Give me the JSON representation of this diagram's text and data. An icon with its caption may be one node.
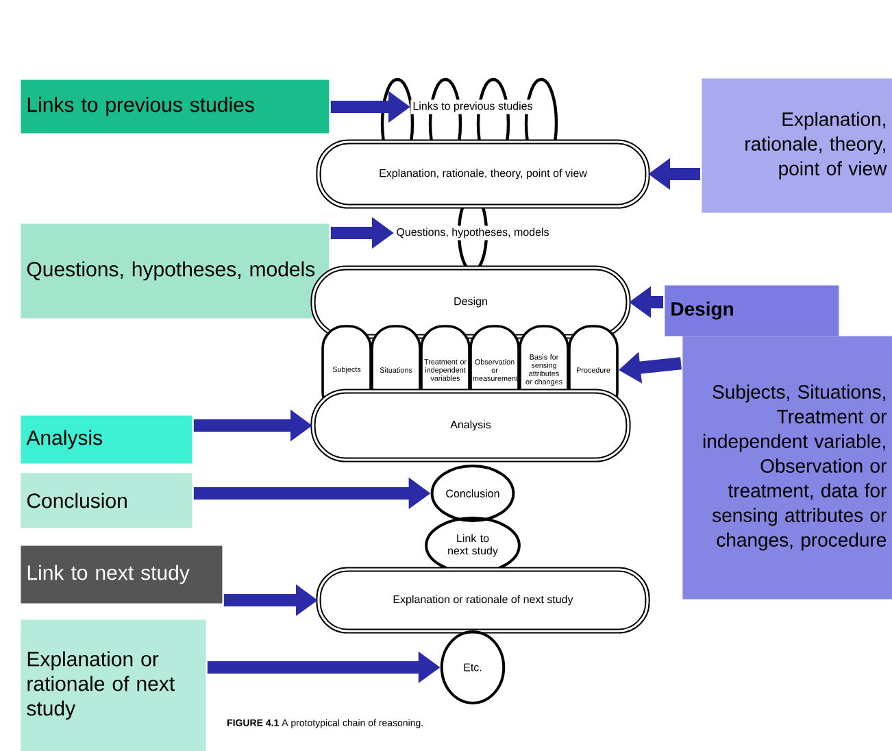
{
  "diagram": {
    "caption": "**FIGURE 4.1** A prototypical chain of reasoning.",
    "nodes": [
      {
        "text": [
          "Links to previous studies"
        ]
      },
      {
        "text": [
          "Questions, hypotheses, models"
        ]
      },
      {
        "text": [
          "Analysis"
        ]
      },
      {
        "text": [
          "Conclusion"
        ]
      },
      {
        "text": [
          "Link to next study"
        ]
      },
      {
        "text": [
          "Explanation or rationale of next study"
        ]
      },
      {
        "text": [
          "Explanation, rationale, theory, point of view"
        ]
      },
      {
        "text": [
          "Design"
        ]
      },
      {
        "text": [
          "Subjects, Situations, Treatment or independent variable, Observation or treatment, data for sensing attributes or changes, procedure"
        ]
      },
      {
        "text": [
          "Links to previous studies"
        ]
      },
      {
        "text": [
          "Explanation, rationale, theory, point of view"
        ]
      },
      {
        "text": [
          "Questions, hypotheses, models"
        ]
      },
      {
        "text": [
          "Design"
        ]
      },
      {
        "text": [
          "Subjects"
        ]
      },
      {
        "text": [
          "Situations"
        ]
      },
      {
        "text": [
          "Treatment or independent variables"
        ]
      },
      {
        "text": [
          "Observation or measurement"
        ]
      },
      {
        "text": [
          "Basis for sensing attributes or changes"
        ]
      },
      {
        "text": [
          "Procedure"
        ]
      },
      {
        "text": [
          "Analysis"
        ]
      },
      {
        "text": [
          "Conclusion"
        ]
      },
      {
        "text": [
          "Link to next study"
        ]
      },
      {
        "text": [
          "Explanation or rationale of next study"
        ]
      },
      {
        "text": [
          "Etc."
        ]
      }
    ],
    "edges": [
      {
        "from": 0,
        "to": 9,
        "arrow": "to"
      },
      {
        "from": 1,
        "to": 11,
        "arrow": "to"
      },
      {
        "from": 2,
        "to": 19,
        "arrow": "to"
      },
      {
        "from": 3,
        "to": 20,
        "arrow": "to"
      },
      {
        "from": 4,
        "to": 22,
        "arrow": "to"
      },
      {
        "from": 5,
        "to": 23,
        "arrow": "to"
      },
      {
        "from": 6,
        "to": 10,
        "arrow": "to"
      },
      {
        "from": 7,
        "to": 12,
        "arrow": "to"
      },
      {
        "from": 8,
        "to": 18,
        "arrow": "to"
      }
    ]
  }
}
